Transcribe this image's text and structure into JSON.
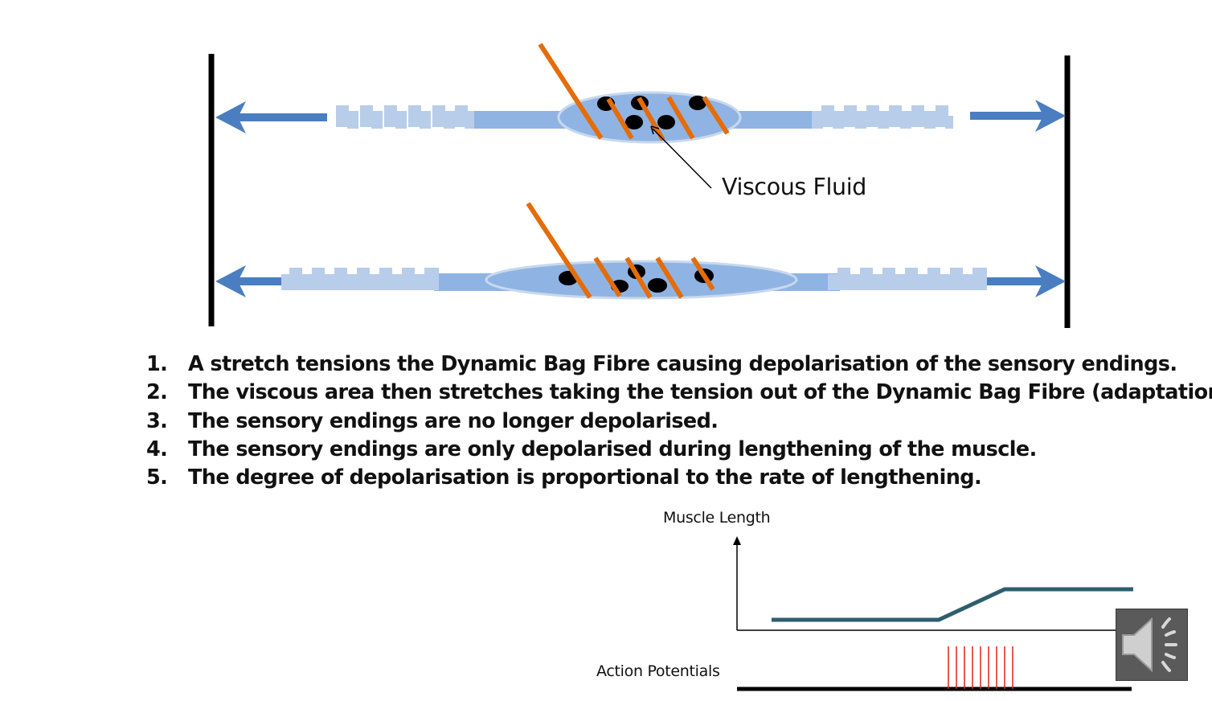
{
  "diagram": {
    "callout_label": "Viscous Fluid"
  },
  "steps": [
    {
      "number": "1.",
      "text": "A stretch tensions the Dynamic Bag Fibre causing depolarisation of the sensory endings."
    },
    {
      "number": "2.",
      "text": "The viscous area then stretches taking the tension out of the Dynamic Bag Fibre (adaptation)."
    },
    {
      "number": "3.",
      "text": "The sensory endings are no longer depolarised."
    },
    {
      "number": "4.",
      "text": "The sensory endings are only depolarised during lengthening of the muscle."
    },
    {
      "number": "5.",
      "text": "The degree of depolarisation is proportional to the rate of lengthening."
    }
  ],
  "graph": {
    "muscle_length_label": "Muscle Length",
    "action_potentials_label": "Action Potentials",
    "action_potential_count": 9
  },
  "audio": {
    "icon": "speaker-icon"
  },
  "colors": {
    "fibre": "#8FB4E3",
    "striation": "#B8CDEA",
    "arrow": "#4A7EC1",
    "ending": "#E46C0A",
    "trace": "#2E5E6E",
    "spike": "#E02020"
  }
}
